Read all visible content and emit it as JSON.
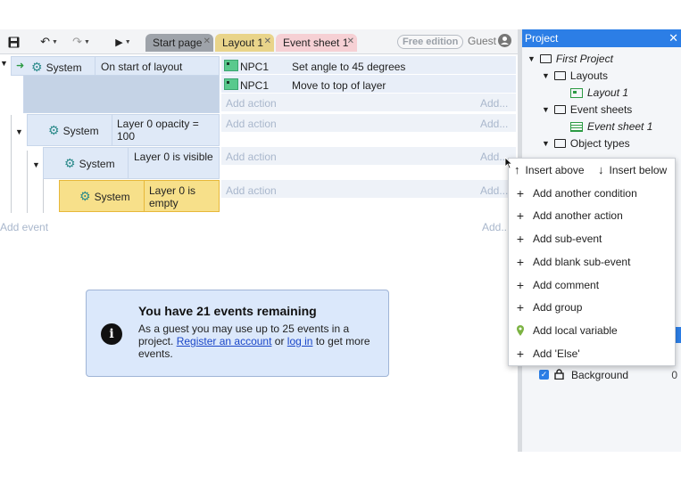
{
  "toolbar": {
    "tabs": [
      {
        "label": "Start page",
        "state": "inactive"
      },
      {
        "label": "Layout 1",
        "state": "inactive"
      },
      {
        "label": "Event sheet 1",
        "state": "active"
      }
    ],
    "free_edition": "Free edition",
    "guest": "Guest"
  },
  "events": {
    "event1": {
      "object": "System",
      "condition": "On start of layout",
      "actions": [
        {
          "object": "NPC1",
          "text": "Set angle to 45 degrees"
        },
        {
          "object": "NPC1",
          "text": "Move to top of layer"
        }
      ],
      "add_action": "Add action",
      "add_right": "Add..."
    },
    "event2": {
      "object": "System",
      "condition": "Layer 0 opacity = 100",
      "add_action": "Add action",
      "add_right": "Add..."
    },
    "event3": {
      "object": "System",
      "condition": "Layer 0 is visible",
      "add_action": "Add action",
      "add_right": "Add..."
    },
    "event4": {
      "object": "System",
      "condition": "Layer 0 is empty",
      "add_action": "Add action",
      "add_right": "Add..."
    },
    "add_event": "Add event",
    "add_event_right": "Add..."
  },
  "message": {
    "title": "You have 21 events remaining",
    "body_pre": "As a guest you may use up to 25 events in a project.",
    "register_link": "Register an account",
    "or": "or",
    "login_link": "log in",
    "body_post": "to get more events."
  },
  "project": {
    "header": "Project",
    "tree": {
      "root": "First Project",
      "layouts": "Layouts",
      "layout1": "Layout 1",
      "event_sheets": "Event sheets",
      "event_sheet1": "Event sheet 1",
      "object_types": "Object types"
    },
    "layer_row": {
      "label": "Background",
      "value": "0"
    }
  },
  "context_menu": {
    "insert_above": "Insert above",
    "insert_below": "Insert below",
    "items": [
      {
        "label": "Add another condition",
        "icon": "plus-icon"
      },
      {
        "label": "Add another action",
        "icon": "plus-icon"
      },
      {
        "label": "Add sub-event",
        "icon": "plus-icon"
      },
      {
        "label": "Add blank sub-event",
        "icon": "plus-icon"
      },
      {
        "label": "Add comment",
        "icon": "plus-icon"
      },
      {
        "label": "Add group",
        "icon": "plus-icon"
      },
      {
        "label": "Add local variable",
        "icon": "location-pin-icon"
      },
      {
        "label": "Add 'Else'",
        "icon": "plus-icon"
      }
    ]
  },
  "colors": {
    "accent": "#2c7ee6",
    "condition_bg": "#dfe9f7",
    "selected_event": "#f7e08a",
    "object_icon": "#59c98d"
  }
}
